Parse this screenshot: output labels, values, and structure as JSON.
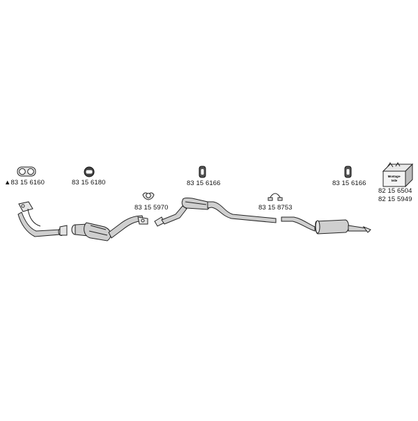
{
  "parts": [
    {
      "id": "gasket-front",
      "icon": "double-ring-gasket-icon",
      "warning": true,
      "part_number": "83 15 6160"
    },
    {
      "id": "rubber-ring",
      "icon": "rubber-ring-hanger-icon",
      "warning": false,
      "part_number": "83 15 6180"
    },
    {
      "id": "flange-gasket",
      "icon": "flange-gasket-icon",
      "warning": false,
      "part_number": "83 15 5970"
    },
    {
      "id": "hanger-center",
      "icon": "rubber-hanger-icon",
      "warning": false,
      "part_number": "83 15 6166"
    },
    {
      "id": "pipe-clamp",
      "icon": "pipe-clamp-icon",
      "warning": false,
      "part_number": "83 15 8753"
    },
    {
      "id": "hanger-rear",
      "icon": "rubber-hanger-icon",
      "warning": false,
      "part_number": "83 15 6166"
    },
    {
      "id": "mounting-kit-1",
      "icon": "mounting-kit-box-icon",
      "warning": false,
      "part_number": "82 15 6504"
    },
    {
      "id": "mounting-kit-2",
      "icon": "",
      "warning": false,
      "part_number": "82 15 5949"
    }
  ],
  "mounting_box": {
    "label_line1": "Montage-",
    "label_line2": "teile"
  },
  "warning_symbol": "▲",
  "colors": {
    "line": "#222222",
    "fill": "#cfcfcf",
    "background": "#ffffff"
  }
}
